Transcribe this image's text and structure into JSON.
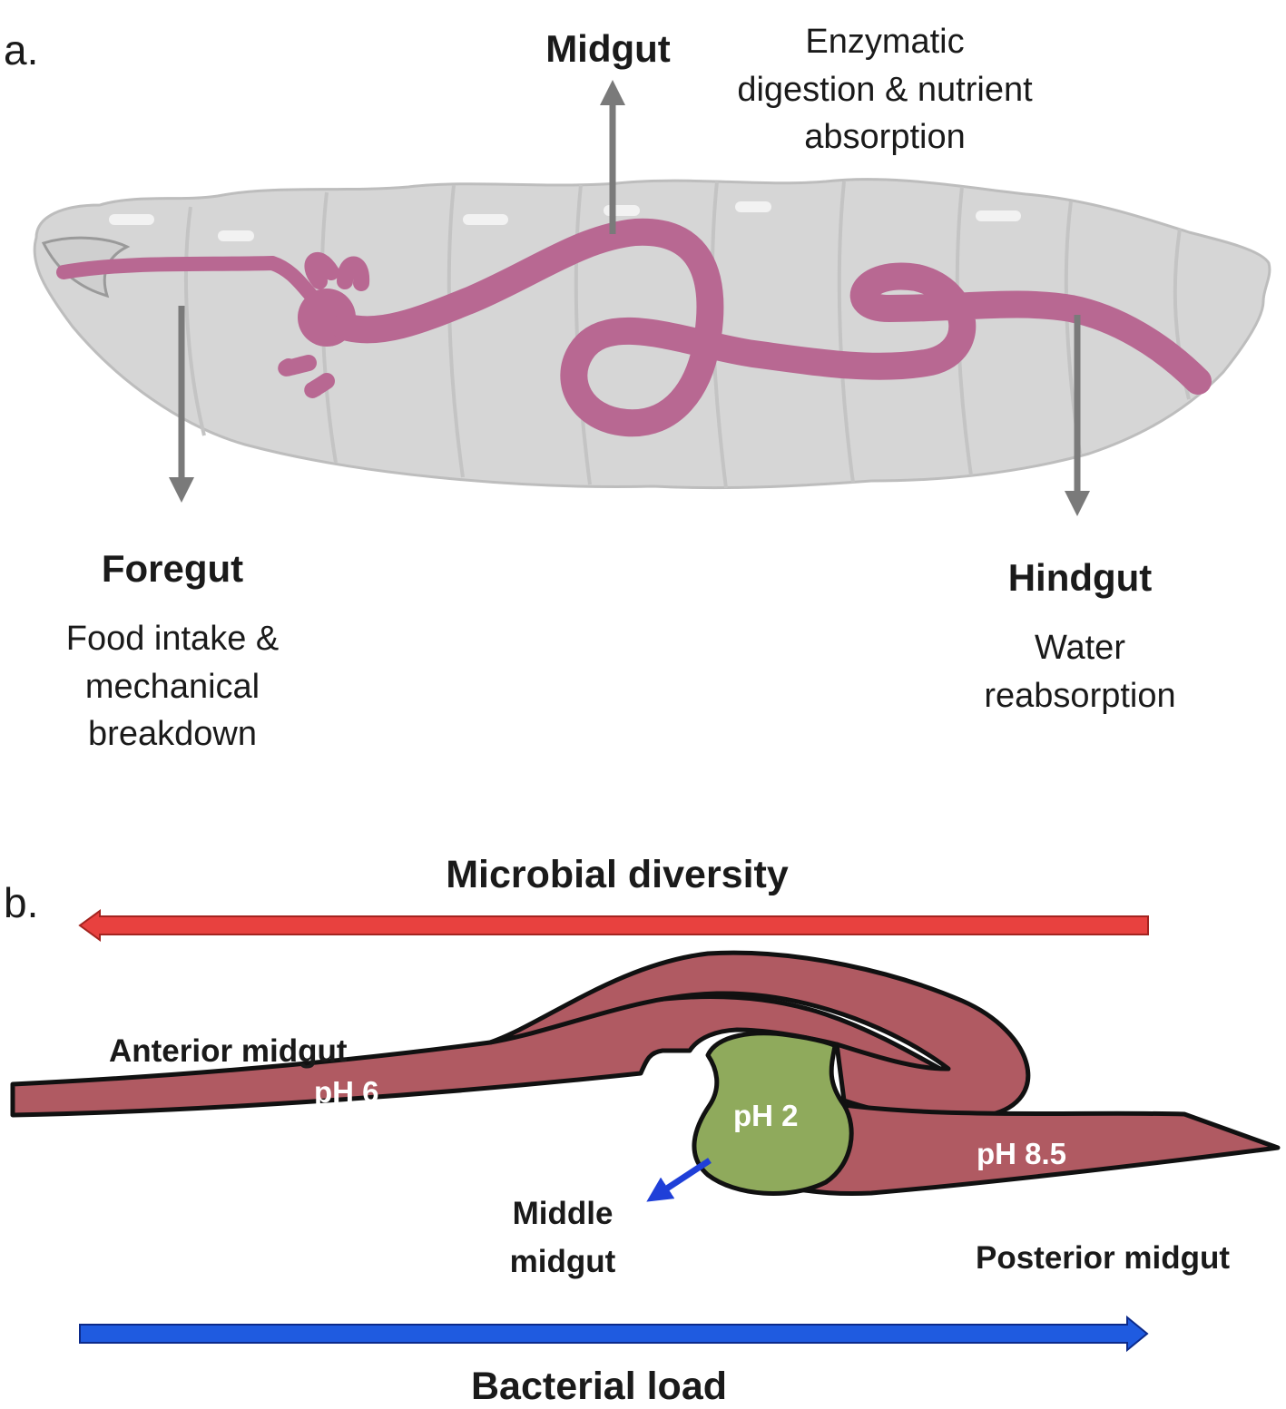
{
  "panel_a": {
    "letter": "a.",
    "midgut": {
      "title": "Midgut",
      "desc": "Enzymatic\ndigestion & nutrient\nabsorption"
    },
    "foregut": {
      "title": "Foregut",
      "desc": "Food intake &\nmechanical\nbreakdown"
    },
    "hindgut": {
      "title": "Hindgut",
      "desc": "Water\nreabsorption"
    }
  },
  "panel_b": {
    "letter": "b.",
    "top_arrow": {
      "label": "Microbial diversity",
      "color": "#e8413f"
    },
    "bottom_arrow": {
      "label": "Bacterial load",
      "color": "#1f5be0"
    },
    "regions": {
      "anterior": {
        "name": "Anterior  midgut",
        "ph": "pH 6"
      },
      "middle": {
        "name": "Middle\nmidgut",
        "ph": "pH 2"
      },
      "posterior": {
        "name": "Posterior  midgut",
        "ph": "pH 8.5"
      }
    }
  },
  "colors": {
    "larva_body": "#d6d6d6",
    "gut_pink": "#b86892",
    "gut_red": "#b05a62",
    "middle_green": "#8faa5c",
    "pointer_gray": "#7a7a7a",
    "pointer_blue": "#1f3fd8"
  }
}
